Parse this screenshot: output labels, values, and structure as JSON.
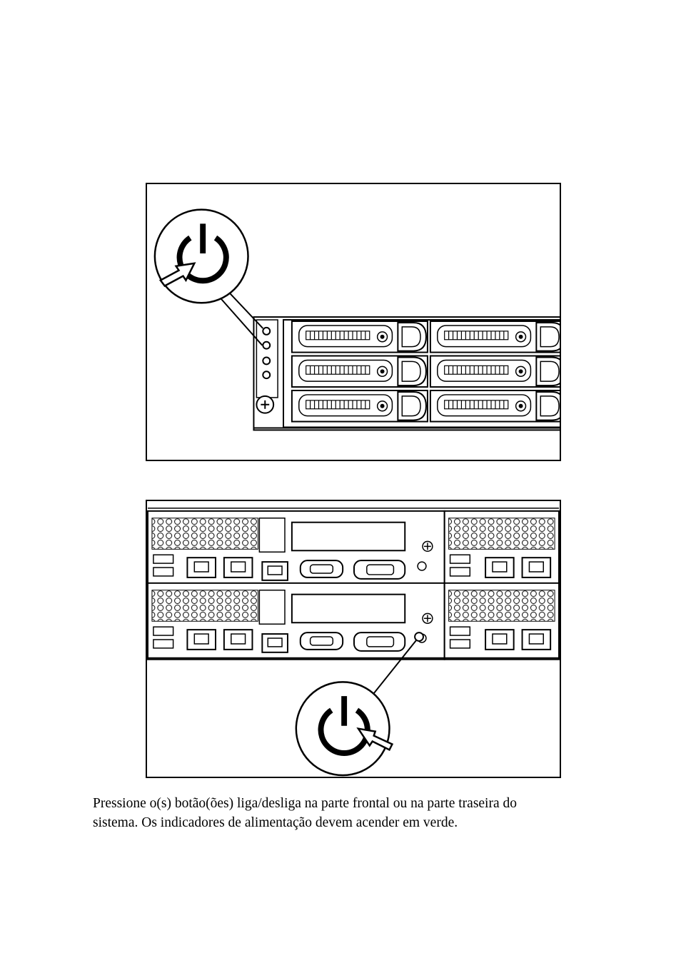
{
  "figures": [
    {
      "id": "front-panel",
      "icon": "power-button-icon"
    },
    {
      "id": "rear-panel",
      "icon": "power-button-icon"
    }
  ],
  "caption": {
    "line1": "Pressione o(s) botão(ões) liga/desliga na parte frontal ou na parte traseira do",
    "line2": "sistema. Os indicadores de alimentação devem acender em verde."
  }
}
